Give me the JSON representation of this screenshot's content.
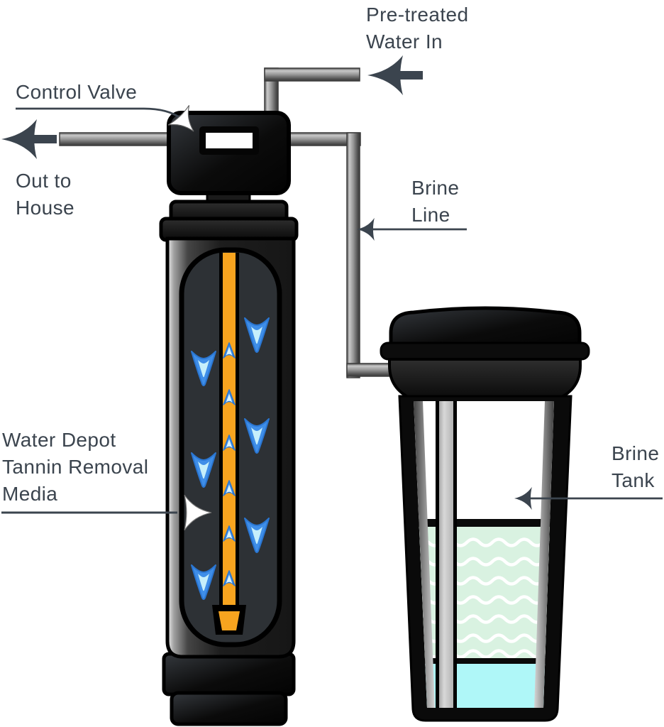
{
  "figure": {
    "type": "diagram",
    "title_implied": "Tannin removal water softener system diagram",
    "components": [
      "control-valve",
      "softener-tank",
      "riser-tube",
      "media-flow-arrows",
      "brine-tank",
      "brine-well-tube",
      "salt-layer",
      "water-layer",
      "pipes"
    ]
  },
  "labels": {
    "pre_treated": "Pre-treated\nWater In",
    "control_valve": "Control Valve",
    "out_to_house": "Out to\nHouse",
    "brine_line": "Brine\nLine",
    "media": "Water Depot\nTannin Removal\nMedia",
    "brine_tank": "Brine\nTank"
  },
  "colors": {
    "label_text": "#3b444e",
    "pointer_arrow_dark": "#3b444e",
    "pointer_arrow_white": "#ffffff",
    "pipe_gray": "#949494",
    "tank_black": "#0d0d0d",
    "chamber_dark": "#2d3135",
    "riser_orange": "#f7a41f",
    "flow_arrow_blue": "#3f8ee8",
    "flow_arrow_inner": "#c6effb",
    "salt_green": "#d9f2e1",
    "wave_white": "#ffffff",
    "brine_water_cyan": "#aff7f8",
    "brine_well_gray": "#c9c9c9"
  }
}
